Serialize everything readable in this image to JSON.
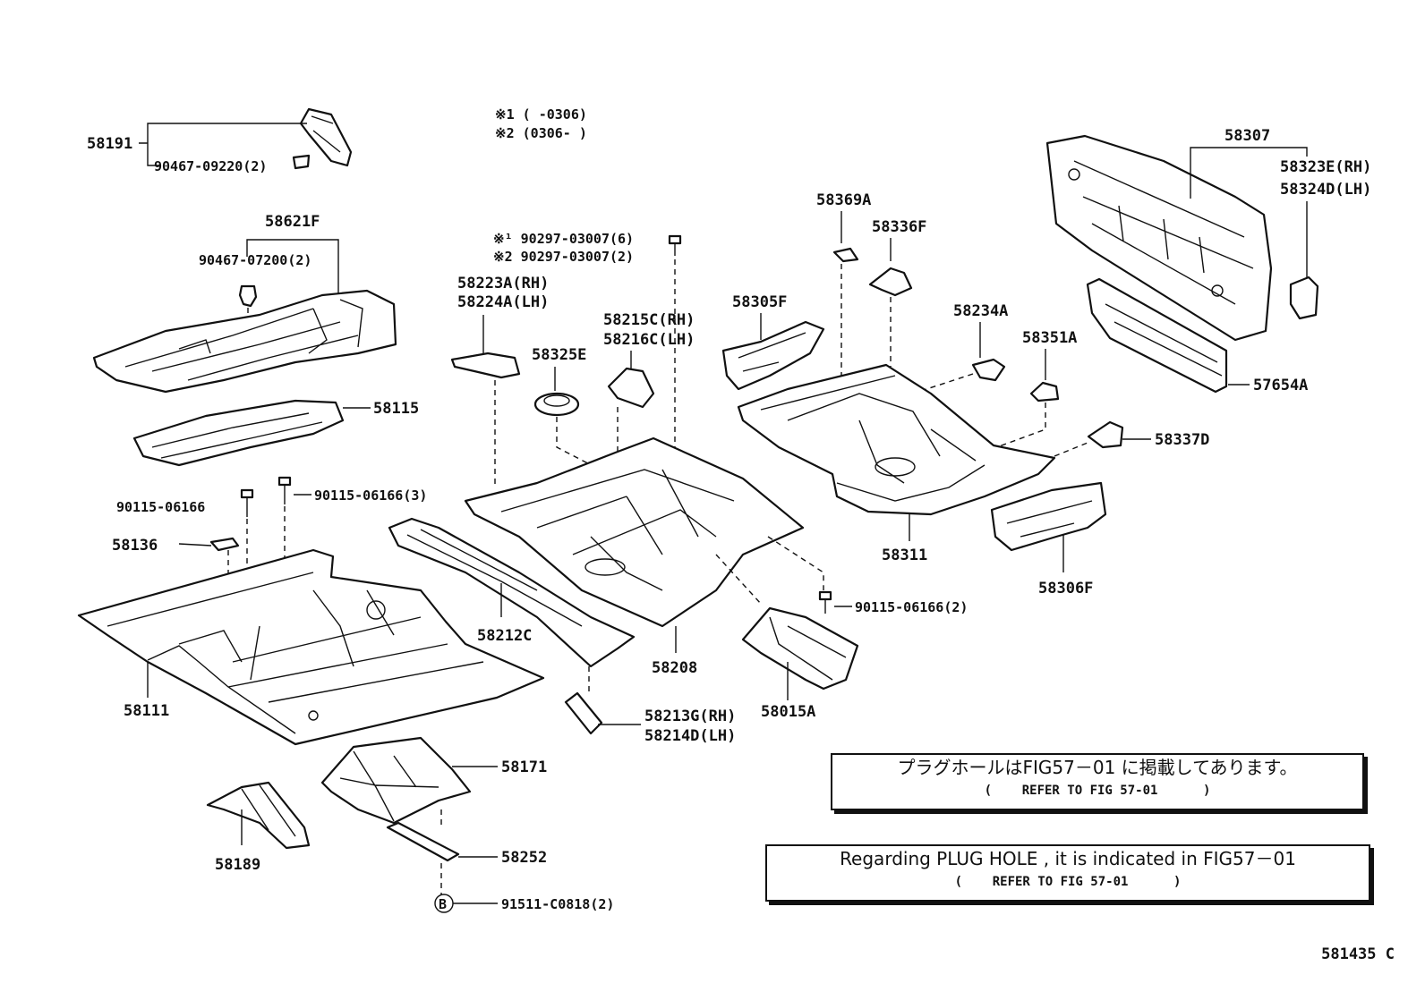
{
  "notes": {
    "n1": "※1 (      -0306)",
    "n2": "※2 (0306-      )"
  },
  "labels": {
    "p58191": "58191",
    "p90467_09220": "90467-09220(2)",
    "p58621F": "58621F",
    "p90467_07200": "90467-07200(2)",
    "p58115": "58115",
    "p90115_06166a": "90115-06166",
    "p90115_06166b": "90115-06166(3)",
    "p58136": "58136",
    "p58111": "58111",
    "p58171": "58171",
    "p58189": "58189",
    "p58252": "58252",
    "p91511": "91511-C0818(2)",
    "b_mark": "B",
    "p90297_1": "※¹ 90297-03007(6)",
    "p90297_2": "※2 90297-03007(2)",
    "p58223A": "58223A(RH)",
    "p58224A": "58224A(LH)",
    "p58215C": "58215C(RH)",
    "p58216C": "58216C(LH)",
    "p58325E": "58325E",
    "p58212C": "58212C",
    "p58208": "58208",
    "p58213G": "58213G(RH)",
    "p58214D": "58214D(LH)",
    "p58015A": "58015A",
    "p90115_06166c": "90115-06166(2)",
    "p58369A": "58369A",
    "p58336F": "58336F",
    "p58305F": "58305F",
    "p58234A": "58234A",
    "p58351A": "58351A",
    "p58311": "58311",
    "p58337D": "58337D",
    "p58306F": "58306F",
    "p58307": "58307",
    "p58323E": "58323E(RH)",
    "p58324D": "58324D(LH)",
    "p57654A": "57654A"
  },
  "ref_jp": {
    "main": "プラグホールはFIG57－01 に掲載してあります。",
    "sub": "(    REFER TO FIG 57-01      )"
  },
  "ref_en": {
    "main": "Regarding  PLUG  HOLE  , it  is  indicated  in  FIG57－01",
    "sub": "(    REFER TO FIG 57-01      )"
  },
  "figure_code": "581435 C"
}
